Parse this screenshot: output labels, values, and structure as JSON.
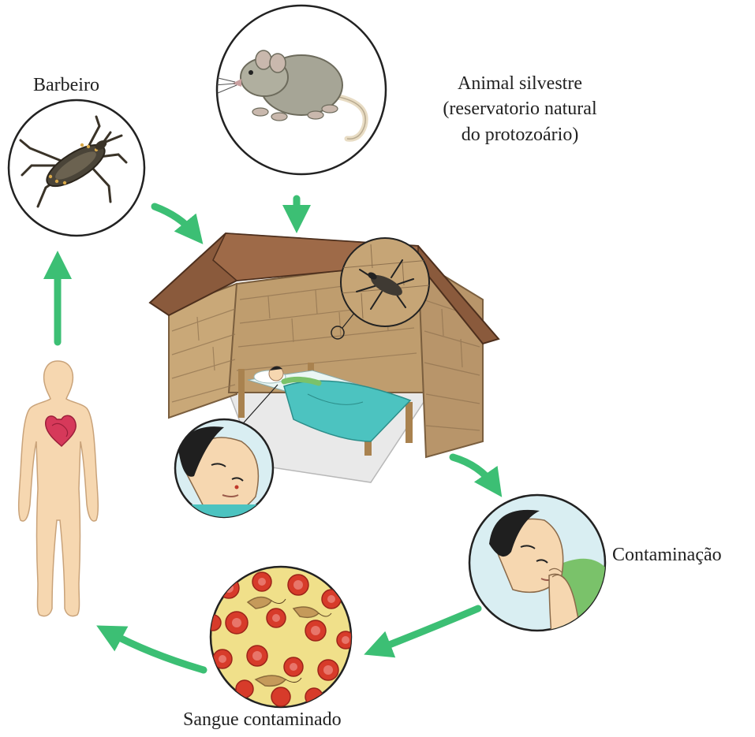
{
  "labels": {
    "barbeiro": "Barbeiro",
    "animal_line1": "Animal silvestre",
    "animal_line2": "(reservatorio natural",
    "animal_line3": "do protozoário)",
    "contaminacao": "Contaminação",
    "sangue": "Sangue contaminado"
  },
  "colors": {
    "arrow": "#3cbf74",
    "roof": "#8a5a3c",
    "wall": "#c9a878",
    "blanket": "#4cc3c0",
    "skin": "#f6d7b0",
    "heart": "#d6395a",
    "blood_bg": "#f0e08a",
    "blood_cell": "#d73b2a",
    "bug": "#4a4438"
  }
}
